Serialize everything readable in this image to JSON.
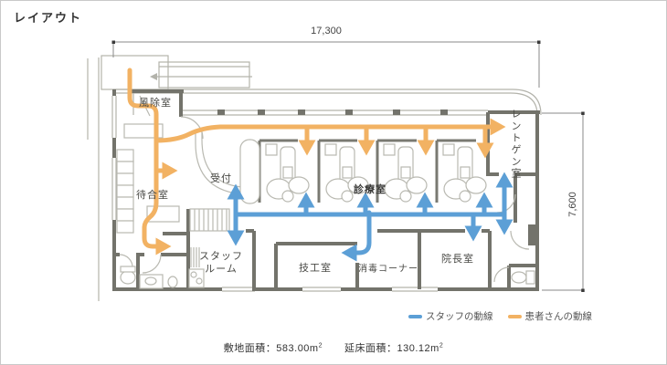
{
  "title": "レイアウト",
  "dimensions": {
    "width_label": "17,300",
    "height_label": "7,600"
  },
  "rooms": {
    "vestibule": "風除室",
    "waiting": "待合室",
    "reception": "受付",
    "treatment": "診療室",
    "xray": "レントゲン室",
    "staff_room": "スタッフ\nルーム",
    "lab": "技工室",
    "sterilization": "消毒コーナー",
    "director": "院長室"
  },
  "legend": {
    "staff": {
      "label": "スタッフの動線",
      "color": "#5c9fd6"
    },
    "patient": {
      "label": "患者さんの動線",
      "color": "#f2b263"
    }
  },
  "footer": {
    "site_label": "敷地面積：583.00m",
    "site_sup": "2",
    "floor_label": "延床面積：130.12m",
    "floor_sup": "2"
  },
  "colors": {
    "staff_flow": "#5c9fd6",
    "patient_flow": "#f2b263",
    "wall": "#73736b",
    "thin_line": "#b3b3ab"
  }
}
